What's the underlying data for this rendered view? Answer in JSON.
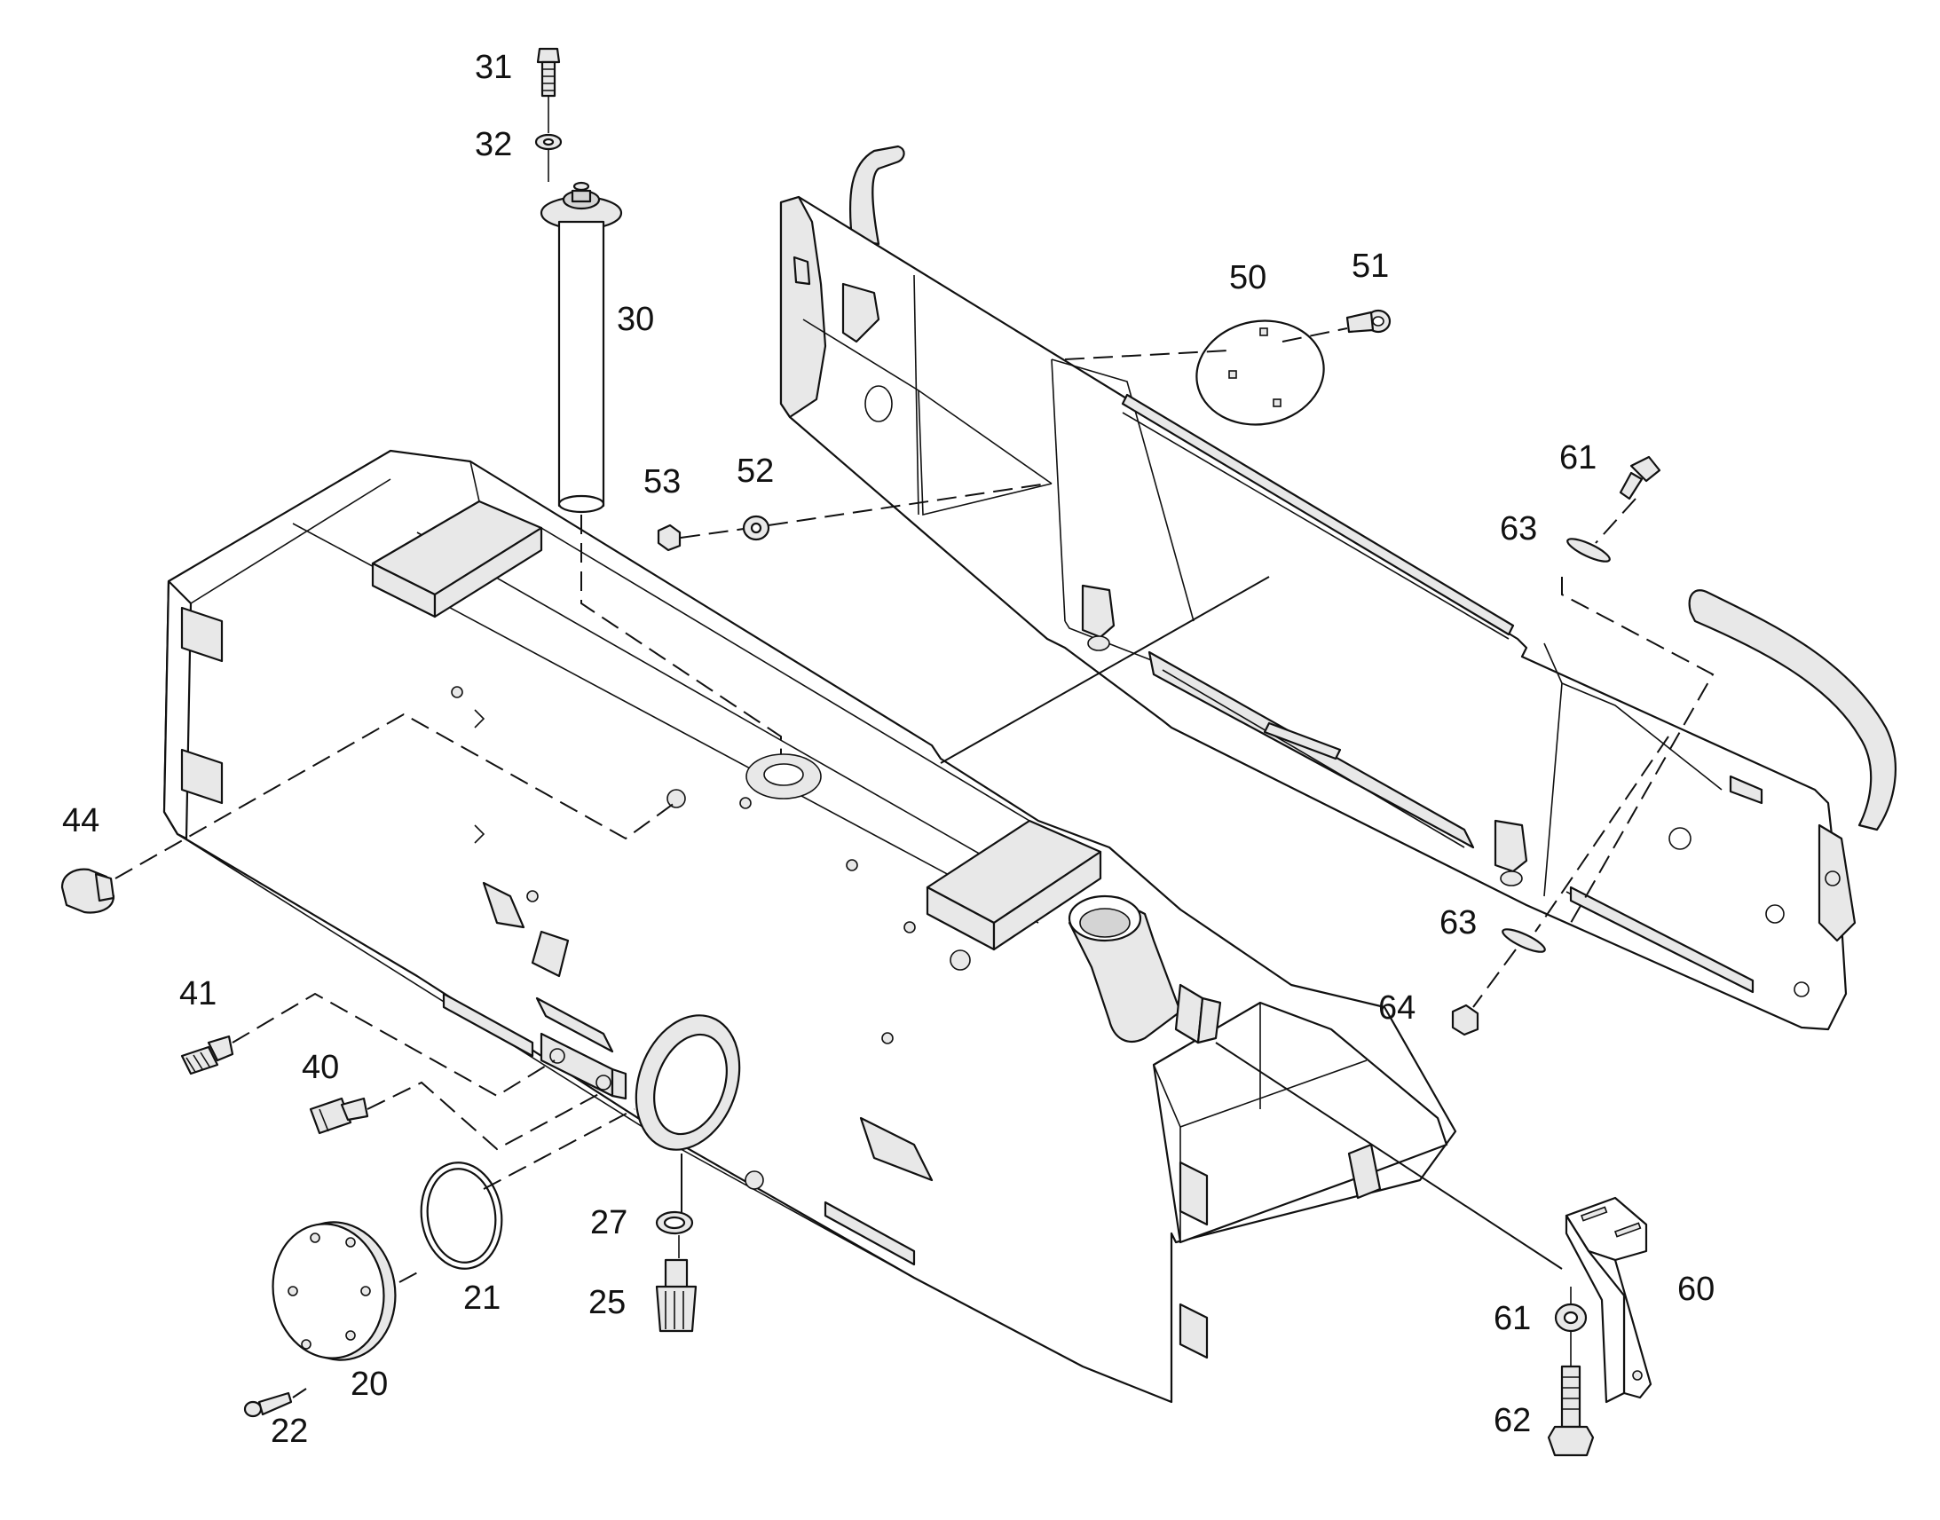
{
  "callouts": {
    "c31": "31",
    "c32": "32",
    "c30": "30",
    "c50": "50",
    "c51": "51",
    "c53": "53",
    "c52": "52",
    "c61a": "61",
    "c63a": "63",
    "c44": "44",
    "c63b": "63",
    "c64": "64",
    "c41": "41",
    "c40": "40",
    "c27": "27",
    "c25": "25",
    "c21": "21",
    "c20": "20",
    "c22": "22",
    "c60": "60",
    "c61b": "61",
    "c62": "62"
  }
}
